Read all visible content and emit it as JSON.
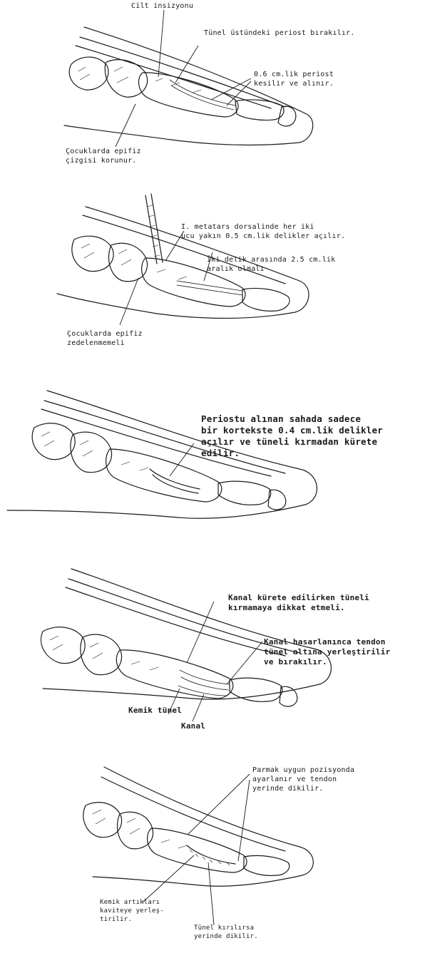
{
  "panels": [
    {
      "labels": {
        "skin_incision": "Cilt insizyonu",
        "periost_left": "Tünel üstündeki periost bırakılır.",
        "periost_cut": "0.6 cm.lik periost\nkesilir ve alınır.",
        "epiphysis": "Çocuklarda epifiz\nçizgisi korunur."
      }
    },
    {
      "labels": {
        "holes": "I. metatars dorsalinde her iki\nucu yakın 0.5 cm.lik delikler açılır.",
        "gap": "İki delik arasında 2.5 cm.lik\naralık olmalı",
        "epiphysis": "Çocuklarda epifiz\nzedelenmemeli"
      }
    },
    {
      "labels": {
        "curette": "Periostu alınan sahada sadece\nbir kortekste 0.4 cm.lik delikler\naçılır ve tüneli kırmadan kürete\nedilir."
      }
    },
    {
      "labels": {
        "canal_careful": "Kanal kürete edilirken tüneli\nkırmamaya dikkat etmeli.",
        "canal_damaged": "Kanal hasarlanınca tendon\ntünel altına yerleştirilir\nve bırakılır.",
        "bone_tunnel": "Kemik tünel",
        "canal": "Kanal"
      }
    },
    {
      "labels": {
        "position": "Parmak uygun pozisyonda\nayarlanır ve tendon\nyerinde dikilir.",
        "bone_fragments": "Kemik artıkları\nkaviteye yerleş-\ntirilir.",
        "tunnel_broken": "Tünel kırılırsa\nyerinde dikilir."
      }
    }
  ]
}
